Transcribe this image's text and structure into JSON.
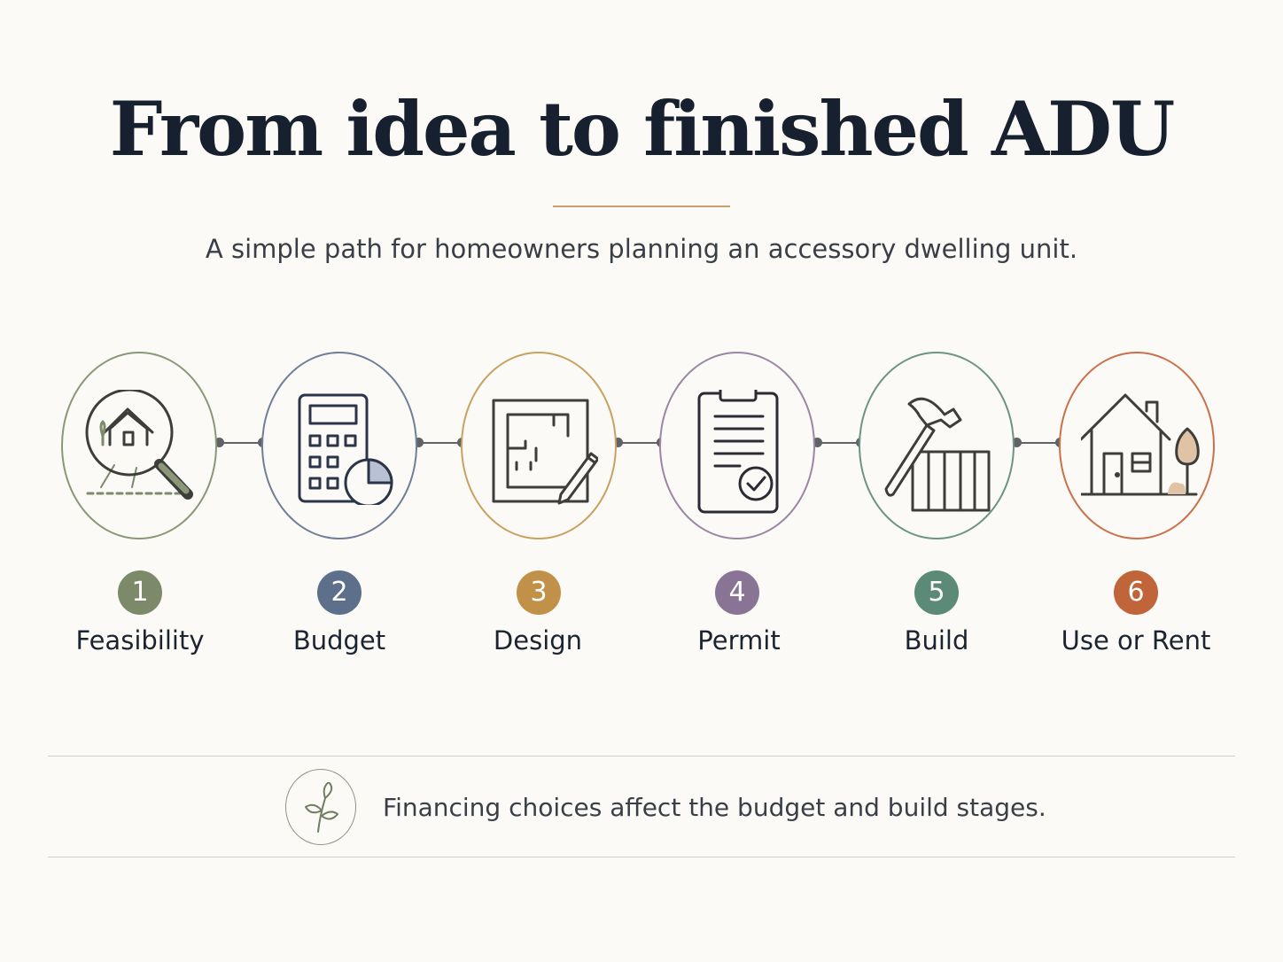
{
  "title": "From idea to finished ADU",
  "subtitle": "A simple path for homeowners planning an accessory dwelling unit.",
  "steps": [
    {
      "number": "1",
      "label": "Feasibility",
      "icon": "magnifier-house-icon",
      "color": "#7c8a6a"
    },
    {
      "number": "2",
      "label": "Budget",
      "icon": "calculator-chart-icon",
      "color": "#5d6f8a"
    },
    {
      "number": "3",
      "label": "Design",
      "icon": "floorplan-pencil-icon",
      "color": "#c1914a"
    },
    {
      "number": "4",
      "label": "Permit",
      "icon": "clipboard-check-icon",
      "color": "#8a7495"
    },
    {
      "number": "5",
      "label": "Build",
      "icon": "hammer-fence-icon",
      "color": "#5c8a78"
    },
    {
      "number": "6",
      "label": "Use or Rent",
      "icon": "house-tree-icon",
      "color": "#c0643a"
    }
  ],
  "note": {
    "icon": "leaf-sprout-icon",
    "text": "Financing choices affect the budget and build stages."
  }
}
